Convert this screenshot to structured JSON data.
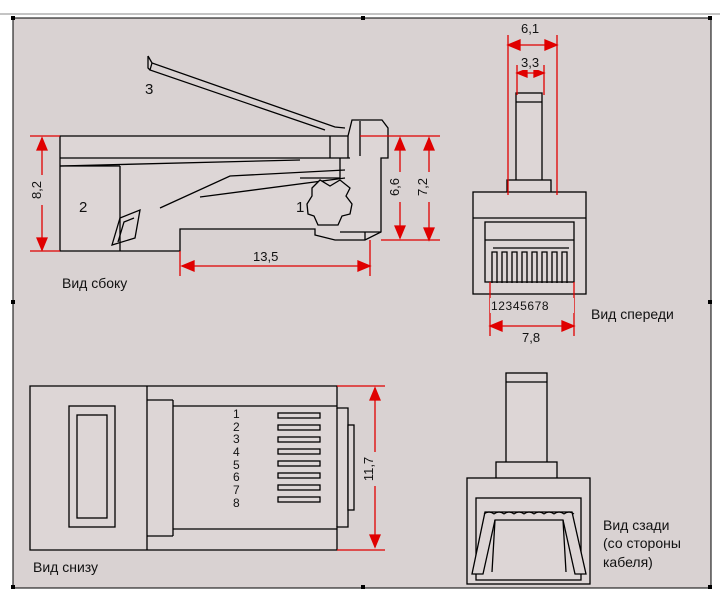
{
  "views": {
    "side": "Вид сбоку",
    "front": "Вид спереди",
    "bottom": "Вид снизу",
    "back_line1": "Вид сзади",
    "back_line2": "(со стороны",
    "back_line3": "кабеля)"
  },
  "dims": {
    "w61": "6,1",
    "w33": "3,3",
    "h82": "8,2",
    "h66": "6,6",
    "h72": "7,2",
    "l135": "13,5",
    "w78": "7,8",
    "h117": "11,7"
  },
  "parts": {
    "p1": "1",
    "p2": "2",
    "p3": "3"
  },
  "pins_front": "12345678",
  "pins_bottom": [
    "1",
    "2",
    "3",
    "4",
    "5",
    "6",
    "7",
    "8"
  ],
  "colors": {
    "background": "#d9d2d2",
    "dimension": "#e00000",
    "outline": "#000000"
  }
}
